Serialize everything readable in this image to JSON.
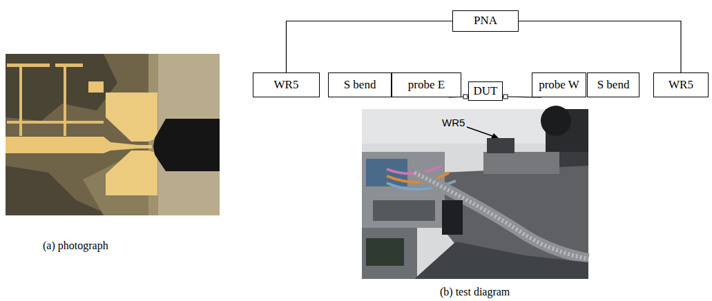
{
  "diagram": {
    "nodes": [
      {
        "text": [
          "PNA"
        ]
      },
      {
        "text": [
          "WR5"
        ]
      },
      {
        "text": [
          "S bend"
        ]
      },
      {
        "text": [
          "probe E"
        ]
      },
      {
        "text": [
          "DUT"
        ]
      },
      {
        "text": [
          "probe W"
        ]
      },
      {
        "text": [
          "S bend"
        ]
      },
      {
        "text": [
          "WR5"
        ]
      }
    ],
    "edges": [
      {
        "from": 0,
        "to": 1,
        "arrow": "none"
      },
      {
        "from": 0,
        "to": 7,
        "arrow": "none"
      },
      {
        "from": 3,
        "to": 4,
        "arrow": "none"
      },
      {
        "from": 5,
        "to": 4,
        "arrow": "none"
      }
    ],
    "labels": [
      "(a)  photograph",
      "(b) test diagram",
      "WR5"
    ]
  }
}
